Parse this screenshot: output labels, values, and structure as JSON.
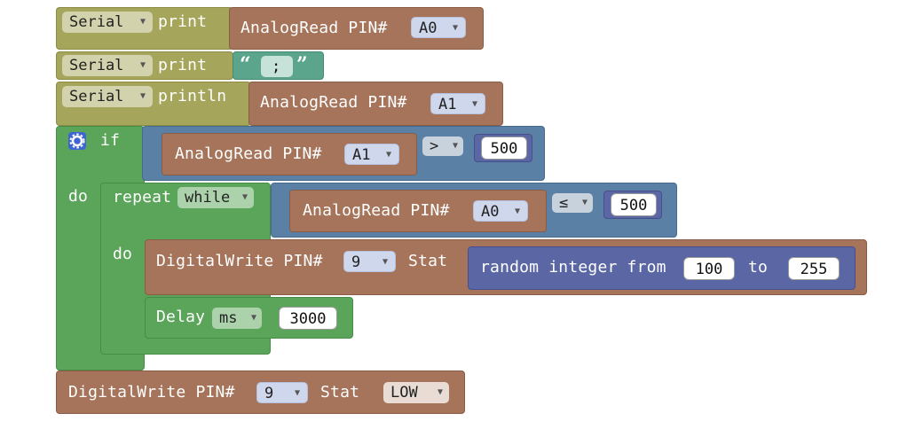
{
  "blocks": {
    "serial_print_1": {
      "target": "Serial",
      "keyword": "print",
      "read_label": "AnalogRead PIN#",
      "pin": "A0"
    },
    "serial_print_2": {
      "target": "Serial",
      "keyword": "print",
      "string": ";"
    },
    "serial_println": {
      "target": "Serial",
      "keyword": "println",
      "read_label": "AnalogRead PIN#",
      "pin": "A1"
    },
    "if_block": {
      "if_label": "if",
      "do_label": "do",
      "cond_read_label": "AnalogRead PIN#",
      "cond_pin": "A1",
      "cond_op": ">",
      "cond_value": "500",
      "repeat": {
        "repeat_label": "repeat",
        "mode": "while",
        "do_label": "do",
        "cond_read_label": "AnalogRead PIN#",
        "cond_pin": "A0",
        "cond_op": "≤",
        "cond_value": "500",
        "digitalwrite": {
          "label": "DigitalWrite PIN#",
          "pin": "9",
          "stat_label": "Stat",
          "random_label": "random integer from",
          "from": "100",
          "to_label": "to",
          "to": "255"
        },
        "delay": {
          "label": "Delay",
          "unit": "ms",
          "value": "3000"
        }
      }
    },
    "final_digitalwrite": {
      "label": "DigitalWrite PIN#",
      "pin": "9",
      "stat_label": "Stat",
      "stat": "LOW"
    }
  },
  "colors": {
    "serial": "#a5a55b",
    "analog": "#a5745b",
    "text": "#5ba58c",
    "logic": "#5b80a5",
    "control": "#5ba55b",
    "math": "#5b67a5"
  }
}
